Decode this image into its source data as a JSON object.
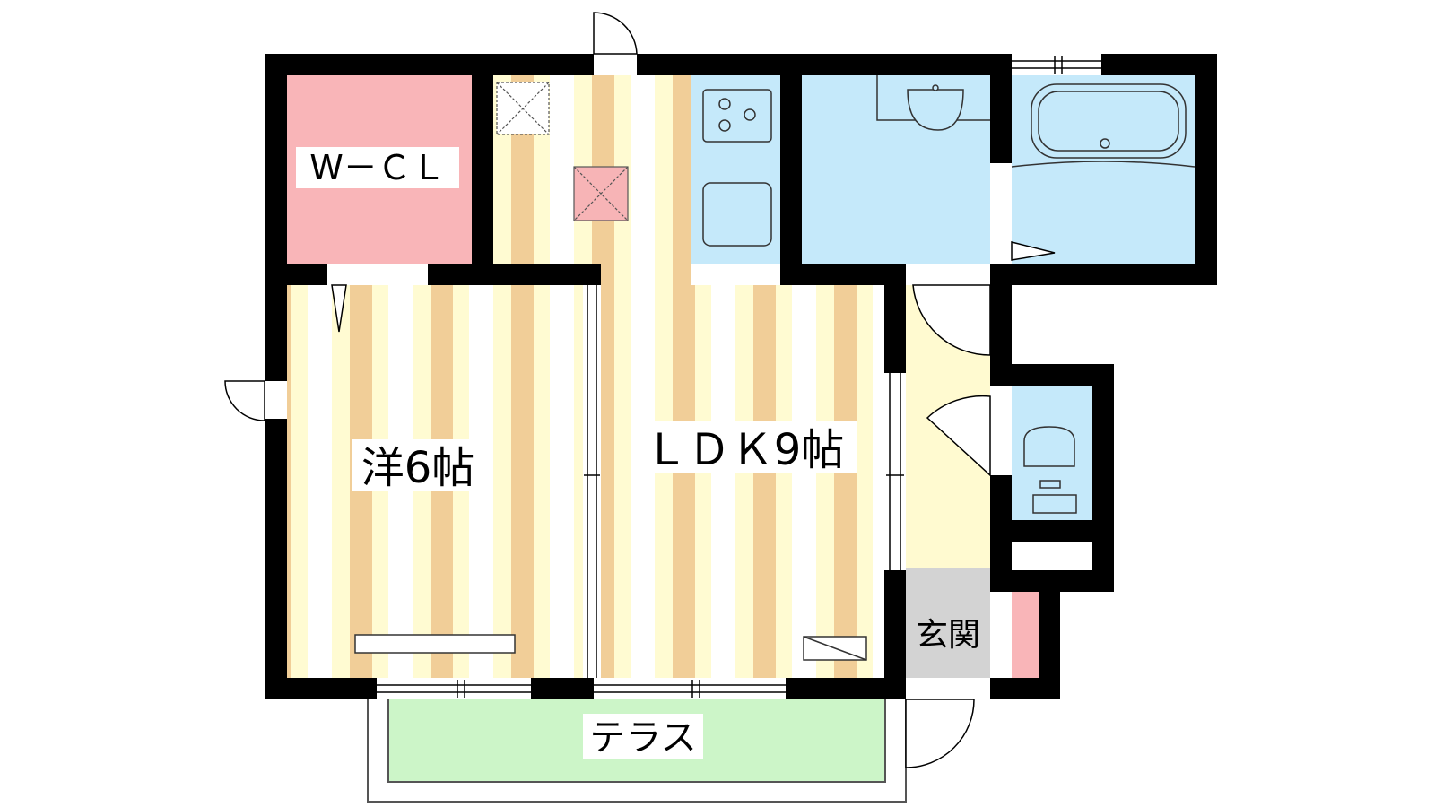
{
  "floor_plan": {
    "rooms": {
      "wcl": {
        "label": "W－ＣＬ",
        "fill": "#F9B5B8"
      },
      "western": {
        "label": "洋6帖",
        "floor": "wood-stripes"
      },
      "ldk": {
        "label": "ＬＤＫ9帖",
        "floor": "wood-stripes"
      },
      "entrance": {
        "label": "玄関",
        "fill": "#D3D3D3"
      },
      "terrace": {
        "label": "テラス",
        "fill": "#CCF5C8"
      },
      "hall": {
        "fill": "#FFFAD0"
      },
      "washroom": {
        "fill": "#C5E9FA"
      },
      "bath": {
        "fill": "#C5E9FA"
      },
      "toilet": {
        "fill": "#C5E9FA"
      }
    },
    "fixtures": [
      "gas-stove-icon",
      "sink-icon",
      "washbasin-icon",
      "bathtub-icon",
      "toilet-icon"
    ],
    "colors": {
      "wall": "#000000",
      "wood_light": "#FFFBD2",
      "wood_dark": "#F1CE98",
      "wood_white": "#FFFFFF"
    }
  }
}
